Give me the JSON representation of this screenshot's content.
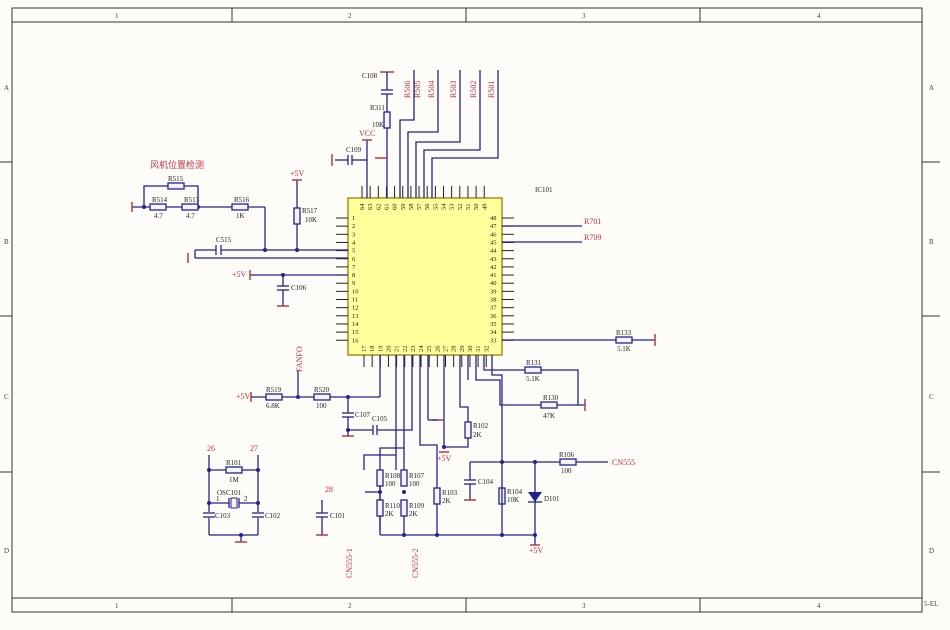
{
  "frame": {
    "columns": [
      "1",
      "2",
      "3",
      "4"
    ],
    "rows": [
      "A",
      "B",
      "C",
      "D"
    ],
    "corner_text": "5-EL"
  },
  "title_cn": "风机位置检测",
  "ic": {
    "name": "IC101",
    "left_pins": [
      "1",
      "2",
      "3",
      "4",
      "5",
      "6",
      "7",
      "8",
      "9",
      "10",
      "11",
      "12",
      "13",
      "14",
      "15",
      "16"
    ],
    "bottom_pins": [
      "17",
      "18",
      "19",
      "20",
      "21",
      "22",
      "23",
      "24",
      "25",
      "26",
      "27",
      "28",
      "29",
      "30",
      "31",
      "32"
    ],
    "right_pins": [
      "48",
      "47",
      "46",
      "45",
      "44",
      "43",
      "42",
      "41",
      "40",
      "39",
      "38",
      "37",
      "36",
      "35",
      "34",
      "33"
    ],
    "top_pins": [
      "64",
      "63",
      "62",
      "61",
      "60",
      "59",
      "58",
      "57",
      "56",
      "55",
      "54",
      "53",
      "52",
      "51",
      "50",
      "49"
    ]
  },
  "labels": {
    "r515": "R515",
    "r514": "R514",
    "r514v": "4.7",
    "r513": "R513",
    "r513v": "4.7",
    "r516": "R516",
    "r516v": "1K",
    "r517": "R517",
    "r517v": "10K",
    "p5v_a": "+5V",
    "c515": "C515",
    "p5v_b": "+5V",
    "c106": "C106",
    "c108": "C108",
    "r311": "R311",
    "r311v": "10K",
    "vcc": "VCC",
    "c109": "C109",
    "r701": "R701",
    "r709": "R709",
    "r133": "R133",
    "r133v": "5.1K",
    "r131": "R131",
    "r131v": "5.1K",
    "r130": "R130",
    "r130v": "47K",
    "p5v_c": "+5V",
    "r519": "R519",
    "r519v": "6.8K",
    "fanfo": "FANFO",
    "r520": "R520",
    "r520v": "100",
    "c107": "C107",
    "c105": "C105",
    "r102": "R102",
    "r102v": "2K",
    "p5v_d": "+5V",
    "r106": "R106",
    "r106v": "100",
    "cn555": "CN555",
    "r108": "R108",
    "r108v": "100",
    "r107": "R107",
    "r107v": "100",
    "r110": "R110",
    "r110v": "2K",
    "r109": "R109",
    "r109v": "2K",
    "r103": "R103",
    "r103v": "2K",
    "c104": "C104",
    "r104": "R104",
    "r104v": "10K",
    "d101": "D101",
    "p5v_e": "+5V",
    "cn555_1": "CN555-1",
    "cn555_2": "CN555-2",
    "n26": "26",
    "n27": "27",
    "r101": "R101",
    "r101v": "1M",
    "osc101": "OSC101",
    "osc_p1": "1",
    "osc_p2": "2",
    "c103": "C103",
    "c102": "C102",
    "n28": "28",
    "c101": "C101"
  },
  "top_nets": [
    "R506",
    "R505",
    "R504",
    "R503",
    "R502",
    "R501"
  ]
}
